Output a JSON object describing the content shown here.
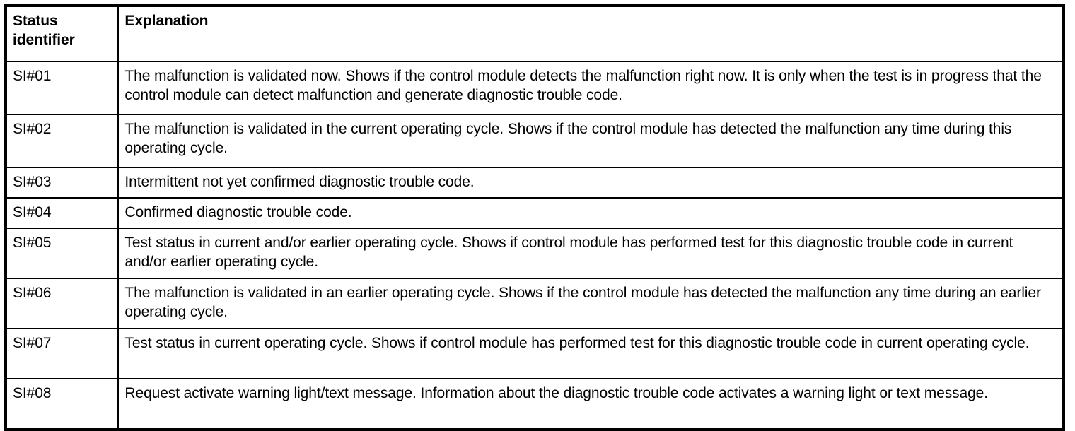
{
  "document": {
    "type": "table",
    "title": "Status identifier explanation table",
    "background_color": "#ffffff",
    "text_color": "#000000",
    "border_color": "#000000"
  },
  "table": {
    "columns": [
      {
        "key": "status_identifier",
        "header": "Status identifier"
      },
      {
        "key": "explanation",
        "header": "Explanation"
      }
    ],
    "rows": [
      {
        "status_identifier": "SI#01",
        "explanation": "The malfunction is validated now. Shows if the control module detects the malfunction right now. It is only when the test is in progress that the control module can detect malfunction and generate diagnostic trouble code.",
        "lines": 2
      },
      {
        "status_identifier": "SI#02",
        "explanation": "The malfunction is validated in the current operating cycle. Shows if the control module has detected the malfunction any time during this operating cycle.",
        "lines": 2
      },
      {
        "status_identifier": "SI#03",
        "explanation": "Intermittent not yet confirmed diagnostic trouble code.",
        "lines": 1
      },
      {
        "status_identifier": "SI#04",
        "explanation": "Confirmed diagnostic trouble code.",
        "lines": 1
      },
      {
        "status_identifier": "SI#05",
        "explanation": "Test status in current and/or earlier operating cycle. Shows if control module has performed test for this diagnostic trouble code in current and/or earlier operating cycle.",
        "lines": 2
      },
      {
        "status_identifier": "SI#06",
        "explanation": "The malfunction is validated in an earlier operating cycle. Shows if the control module has detected the malfunction any time during an earlier operating cycle.",
        "lines": 2
      },
      {
        "status_identifier": "SI#07",
        "explanation": "Test status in current operating cycle. Shows if control module has performed test for this diagnostic trouble code in current operating cycle.",
        "lines": 2
      },
      {
        "status_identifier": "SI#08",
        "explanation": "Request activate warning light/text message. Information about the diagnostic trouble code activates a warning light or text message.",
        "lines": 2
      }
    ]
  }
}
